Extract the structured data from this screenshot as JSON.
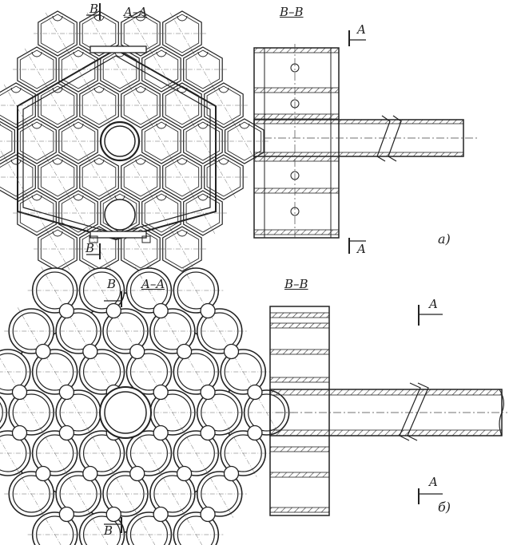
{
  "top": {
    "section_aa": "A–A",
    "section_bb": "B–B",
    "marker_b": "B",
    "marker_a": "A",
    "caption": "а)"
  },
  "bottom": {
    "section_aa": "A–A",
    "section_bb": "B–B",
    "marker_b": "B",
    "marker_a": "A",
    "caption": "б)"
  }
}
